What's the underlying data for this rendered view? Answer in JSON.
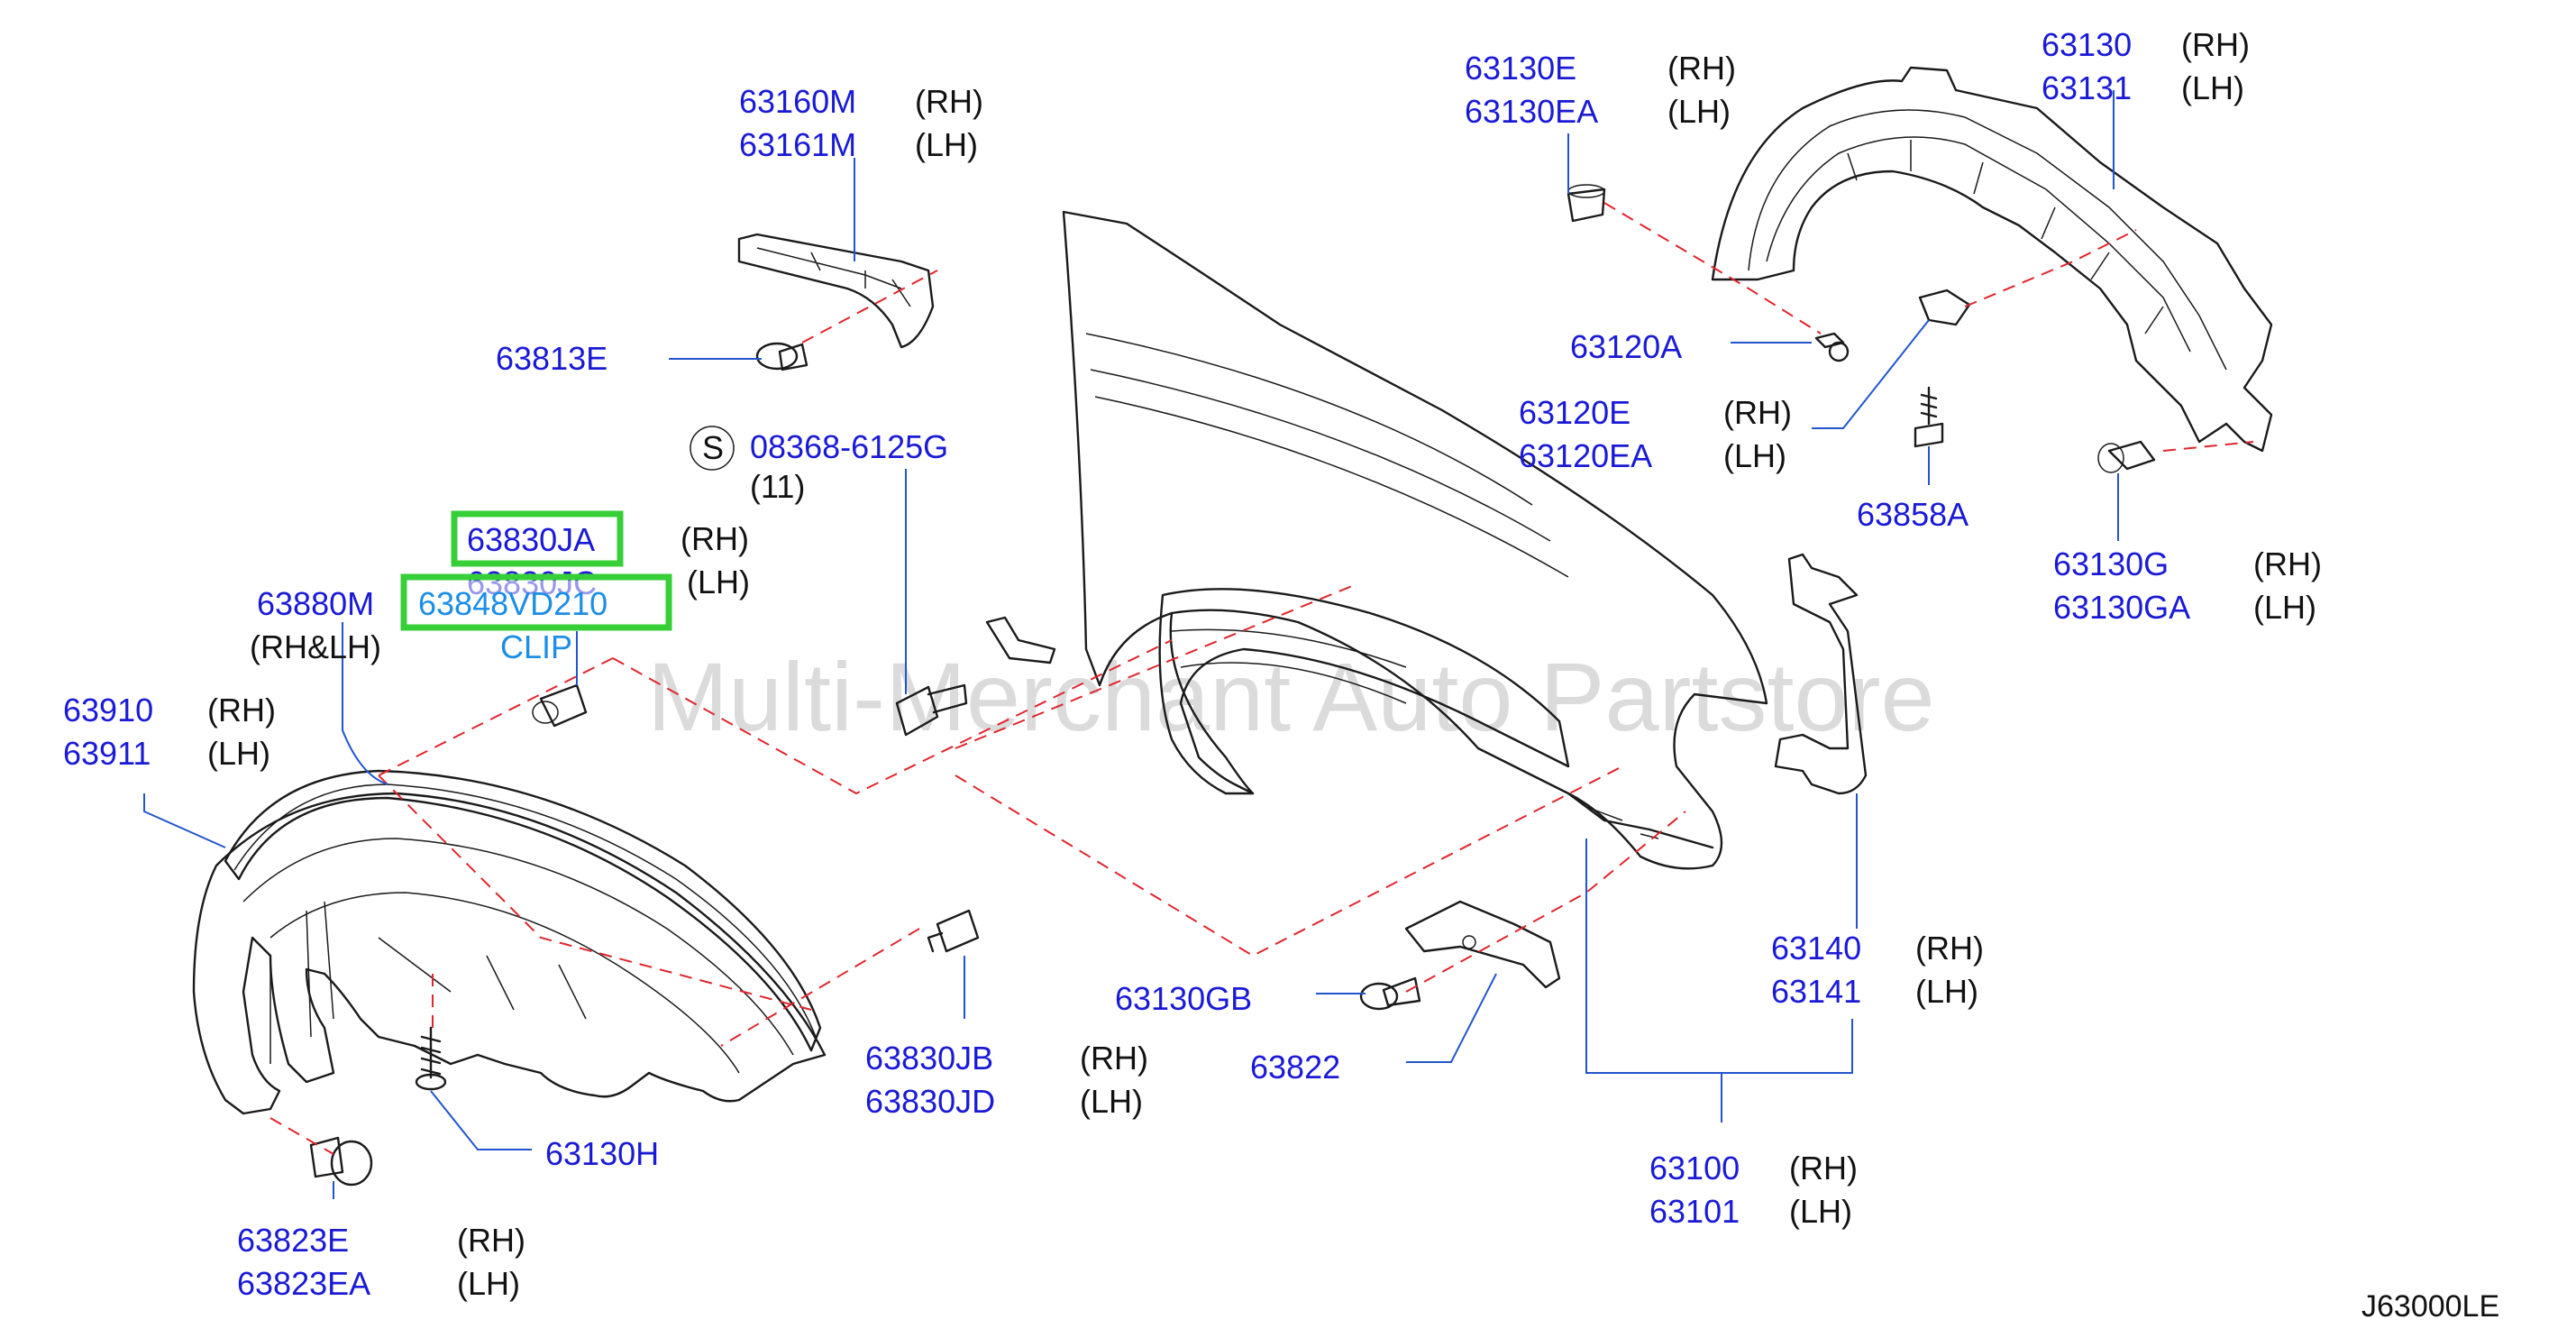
{
  "diagram": {
    "watermark": "Multi-Merchant Auto Partstore",
    "code": "J63000LE",
    "sides": {
      "rh": "(RH)",
      "lh": "(LH)",
      "rhlh": "(RH&LH)"
    },
    "parts": {
      "p63160M": "63160M",
      "p63161M": "63161M",
      "p63813E": "63813E",
      "p08368": "08368-6125G",
      "qty": "(11)",
      "s_symbol": "S",
      "p63830JA": "63830JA",
      "p63830JC": "63830JC",
      "p63848VD210": "63848VD210",
      "clip": "CLIP",
      "p63880M": "63880M",
      "p63910": "63910",
      "p63911": "63911",
      "p63130E": "63130E",
      "p63130EA": "63130EA",
      "p63130": "63130",
      "p63131": "63131",
      "p63120A": "63120A",
      "p63120E": "63120E",
      "p63120EA": "63120EA",
      "p63858A": "63858A",
      "p63130G": "63130G",
      "p63130GA": "63130GA",
      "p63140": "63140",
      "p63141": "63141",
      "p63130GB": "63130GB",
      "p63822": "63822",
      "p63830JB": "63830JB",
      "p63830JD": "63830JD",
      "p63130H": "63130H",
      "p63100": "63100",
      "p63101": "63101",
      "p63823E": "63823E",
      "p63823EA": "63823EA"
    }
  }
}
